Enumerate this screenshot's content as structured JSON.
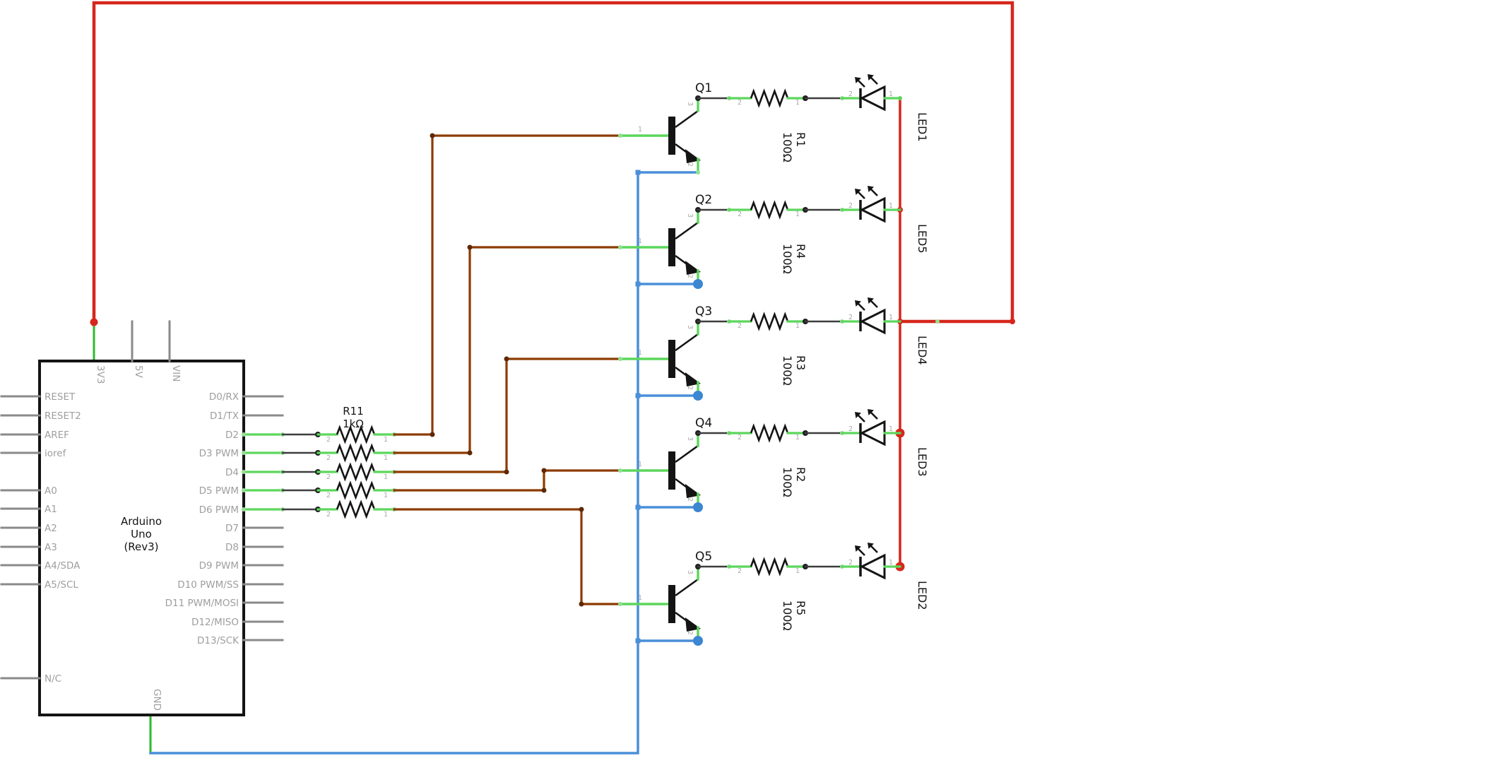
{
  "arduino": {
    "title_lines": [
      "Arduino",
      "Uno",
      "(Rev3)"
    ],
    "left_pins": [
      "RESET",
      "RESET2",
      "AREF",
      "ioref",
      "A0",
      "A1",
      "A2",
      "A3",
      "A4/SDA",
      "A5/SCL",
      "N/C"
    ],
    "right_pins": [
      "D0/RX",
      "D1/TX",
      "D2",
      "D3 PWM",
      "D4",
      "D5 PWM",
      "D6 PWM",
      "D7",
      "D8",
      "D9 PWM",
      "D10 PWM/SS",
      "D11 PWM/MOSI",
      "D12/MISO",
      "D13/SCK"
    ],
    "top_pins": [
      "3V3",
      "5V",
      "VIN"
    ],
    "bottom_pins": [
      "GND"
    ]
  },
  "base_resistor": {
    "ref": "R11",
    "value": "1kΩ"
  },
  "rows": [
    {
      "transistor": "Q1",
      "resistor": "R1",
      "resistor_value": "100Ω",
      "led": "LED1"
    },
    {
      "transistor": "Q2",
      "resistor": "R4",
      "resistor_value": "100Ω",
      "led": "LED5"
    },
    {
      "transistor": "Q3",
      "resistor": "R3",
      "resistor_value": "100Ω",
      "led": "LED4"
    },
    {
      "transistor": "Q4",
      "resistor": "R2",
      "resistor_value": "100Ω",
      "led": "LED3"
    },
    {
      "transistor": "Q5",
      "resistor": "R5",
      "resistor_value": "100Ω",
      "led": "LED2"
    }
  ],
  "pin_numbers": {
    "transistor_base": "1",
    "transistor_emitter": "2",
    "transistor_collector": "3",
    "resistor_left": "2",
    "resistor_right": "1",
    "led_left": "2",
    "led_right": "1"
  },
  "colors": {
    "power_red": "#d6261c",
    "ground_blue": "#4a8fd8",
    "signal_brown": "#8c3b00",
    "signal_brown_dark": "#5f2800",
    "wire_green": "#2eb82e",
    "pin_green": "#5cd65c",
    "pin_highlight": "#8fe08f",
    "dark_wire": "#3d3d3d",
    "dark_dot": "#1f1f1f",
    "stub_gray": "#8a8a8a",
    "label_gray": "#9e9e9e",
    "component_black": "#141414",
    "pin_number_gray": "#a9a9a9"
  }
}
